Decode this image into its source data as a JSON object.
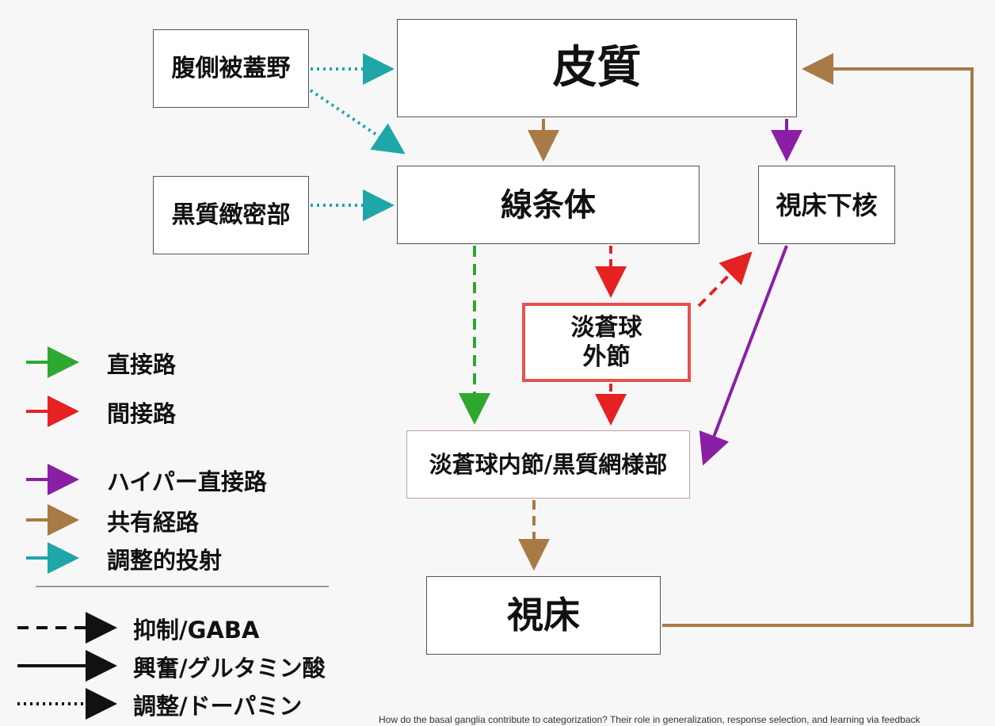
{
  "nodes": {
    "vta": "腹側被蓋野",
    "snc": "黒質緻密部",
    "cortex": "皮質",
    "striatum": "線条体",
    "stn": "視床下核",
    "gpe": "淡蒼球\n外節",
    "gpi_snr": "淡蒼球内節/黒質網様部",
    "thalamus": "視床"
  },
  "legend": {
    "pathways": [
      {
        "label": "直接路",
        "color": "#2ea82e"
      },
      {
        "label": "間接路",
        "color": "#e52222"
      },
      {
        "label": "ハイパー直接路",
        "color": "#8a1fa6"
      },
      {
        "label": "共有経路",
        "color": "#a87a45"
      },
      {
        "label": "調整的投射",
        "color": "#1fa6a8"
      }
    ],
    "line_styles": [
      {
        "label": "抑制/GABA",
        "style": "dashed"
      },
      {
        "label": "興奮/グルタミン酸",
        "style": "solid"
      },
      {
        "label": "調整/ドーパミン",
        "style": "dotted"
      }
    ]
  },
  "edges": [
    {
      "from": "vta",
      "to": "cortex",
      "pathway": "調整的投射",
      "style": "dotted"
    },
    {
      "from": "vta",
      "to": "striatum",
      "pathway": "調整的投射",
      "style": "dotted"
    },
    {
      "from": "snc",
      "to": "striatum",
      "pathway": "調整的投射",
      "style": "dotted"
    },
    {
      "from": "cortex",
      "to": "striatum",
      "pathway": "共有経路",
      "style": "solid"
    },
    {
      "from": "cortex",
      "to": "stn",
      "pathway": "ハイパー直接路",
      "style": "solid"
    },
    {
      "from": "striatum",
      "to": "gpi_snr",
      "pathway": "直接路",
      "style": "dashed"
    },
    {
      "from": "striatum",
      "to": "gpe",
      "pathway": "間接路",
      "style": "dashed"
    },
    {
      "from": "gpe",
      "to": "stn",
      "pathway": "間接路",
      "style": "dashed"
    },
    {
      "from": "gpe",
      "to": "gpi_snr",
      "pathway": "間接路",
      "style": "dashed"
    },
    {
      "from": "stn",
      "to": "gpi_snr",
      "pathway": "ハイパー直接路",
      "style": "solid"
    },
    {
      "from": "gpi_snr",
      "to": "thalamus",
      "pathway": "共有経路",
      "style": "dashed"
    },
    {
      "from": "thalamus",
      "to": "cortex",
      "pathway": "共有経路",
      "style": "solid"
    }
  ],
  "footer": "How do the basal ganglia contribute to categorization? Their role in generalization, response selection, and learning via feedback"
}
